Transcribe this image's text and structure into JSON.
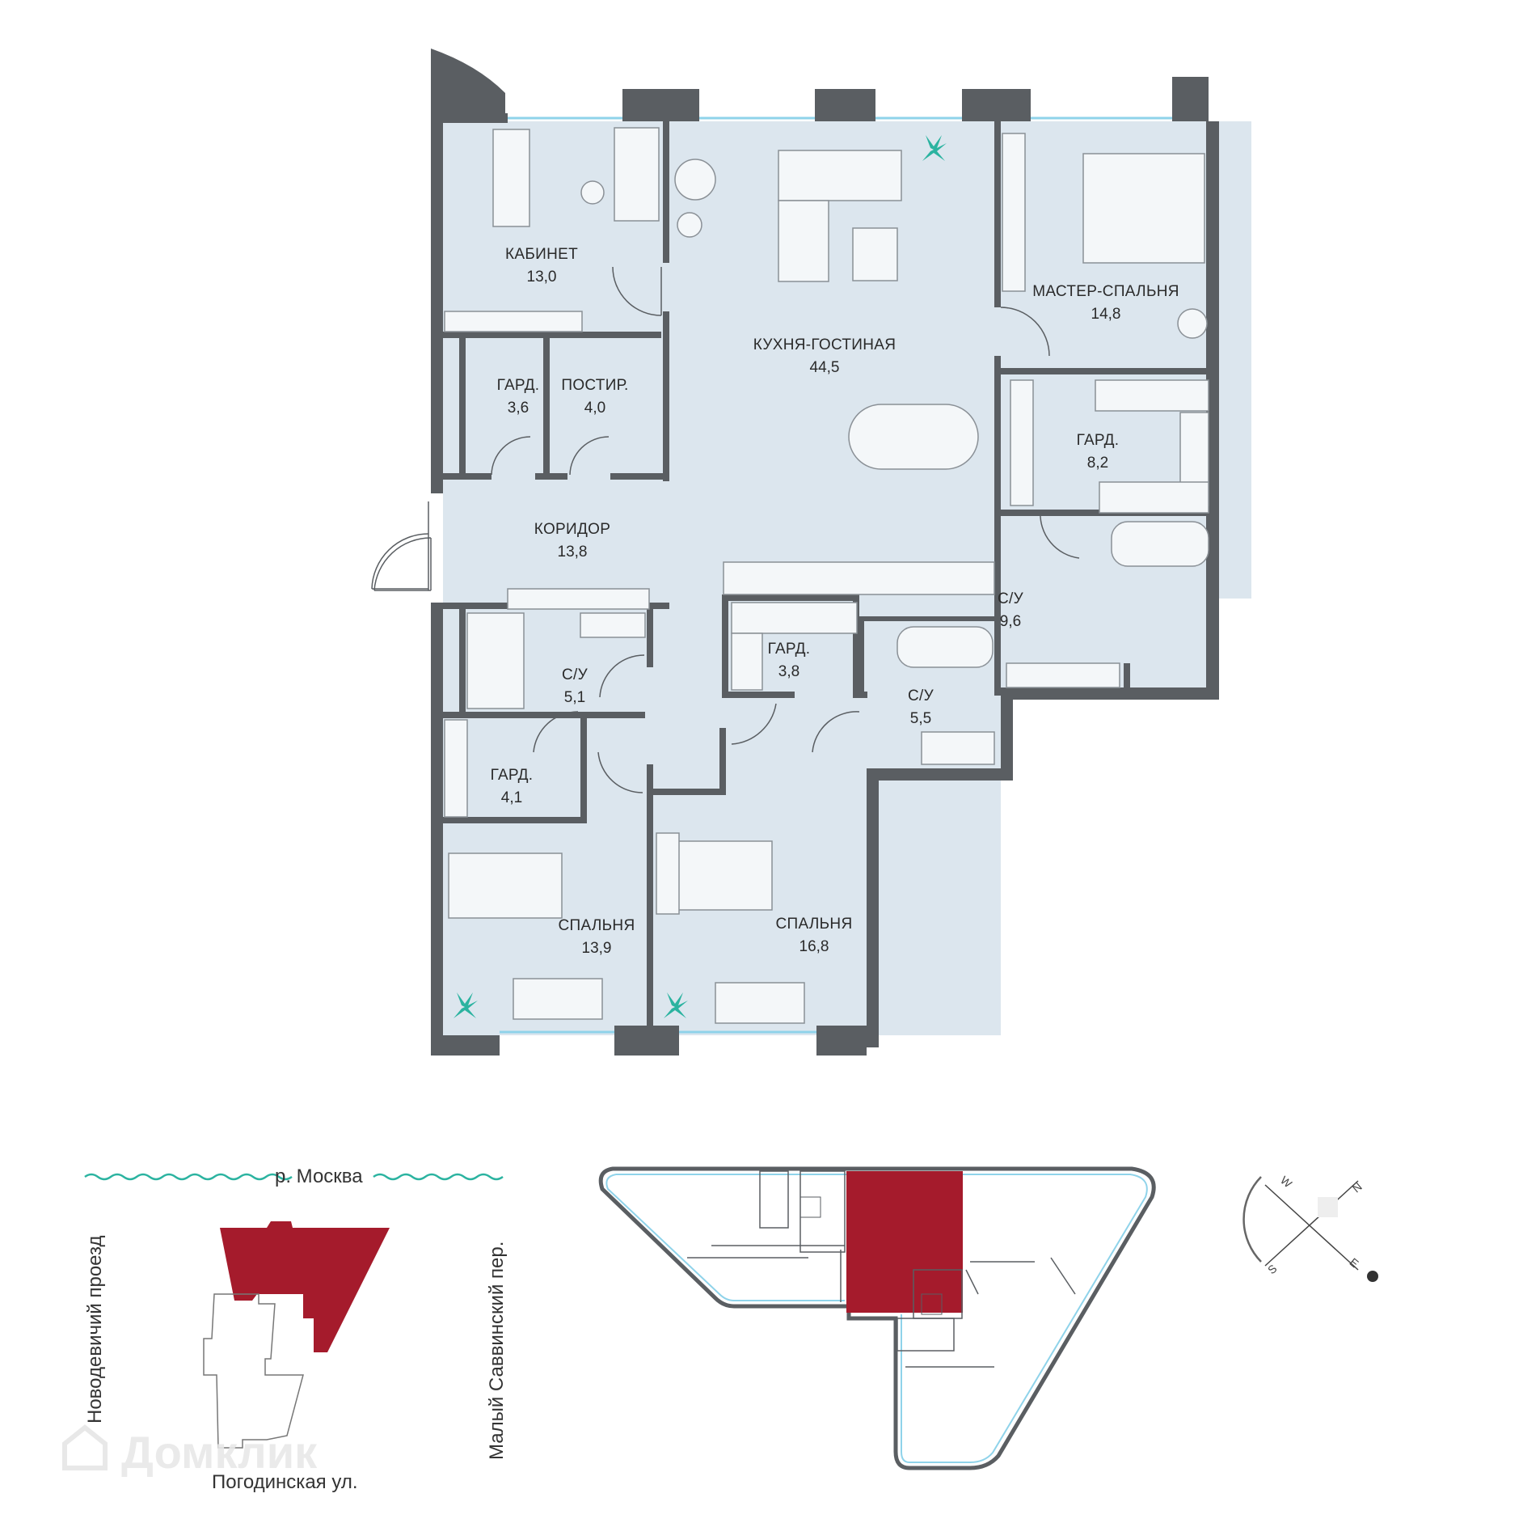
{
  "rooms": [
    {
      "id": "kabinet",
      "name": "КАБИНЕТ",
      "area": "13,0"
    },
    {
      "id": "kitchen",
      "name": "КУХНЯ-ГОСТИНАЯ",
      "area": "44,5"
    },
    {
      "id": "master",
      "name": "МАСТЕР-СПАЛЬНЯ",
      "area": "14,8"
    },
    {
      "id": "gard36",
      "name": "ГАРД.",
      "area": "3,6"
    },
    {
      "id": "postir",
      "name": "ПОСТИР.",
      "area": "4,0"
    },
    {
      "id": "gard82",
      "name": "ГАРД.",
      "area": "8,2"
    },
    {
      "id": "koridor",
      "name": "КОРИДОР",
      "area": "13,8"
    },
    {
      "id": "su96",
      "name": "С/У",
      "area": "9,6"
    },
    {
      "id": "gard38",
      "name": "ГАРД.",
      "area": "3,8"
    },
    {
      "id": "su51",
      "name": "С/У",
      "area": "5,1"
    },
    {
      "id": "su55",
      "name": "С/У",
      "area": "5,5"
    },
    {
      "id": "gard41",
      "name": "ГАРД.",
      "area": "4,1"
    },
    {
      "id": "bed139",
      "name": "СПАЛЬНЯ",
      "area": "13,9"
    },
    {
      "id": "bed168",
      "name": "СПАЛЬНЯ",
      "area": "16,8"
    }
  ],
  "location": {
    "river": "р. Москва",
    "street_left": "Новодевичий проезд",
    "street_right": "Малый Саввинский пер.",
    "street_bottom": "Погодинская ул."
  },
  "compass": {
    "n": "N",
    "e": "E",
    "s": "S",
    "w": "W"
  },
  "watermark": "Домклик",
  "colors": {
    "room_fill": "#dce6ee",
    "wall": "#5a5e62",
    "window": "#8fd3ea",
    "highlight": "#a51b2c",
    "plant": "#2bb3a0"
  }
}
